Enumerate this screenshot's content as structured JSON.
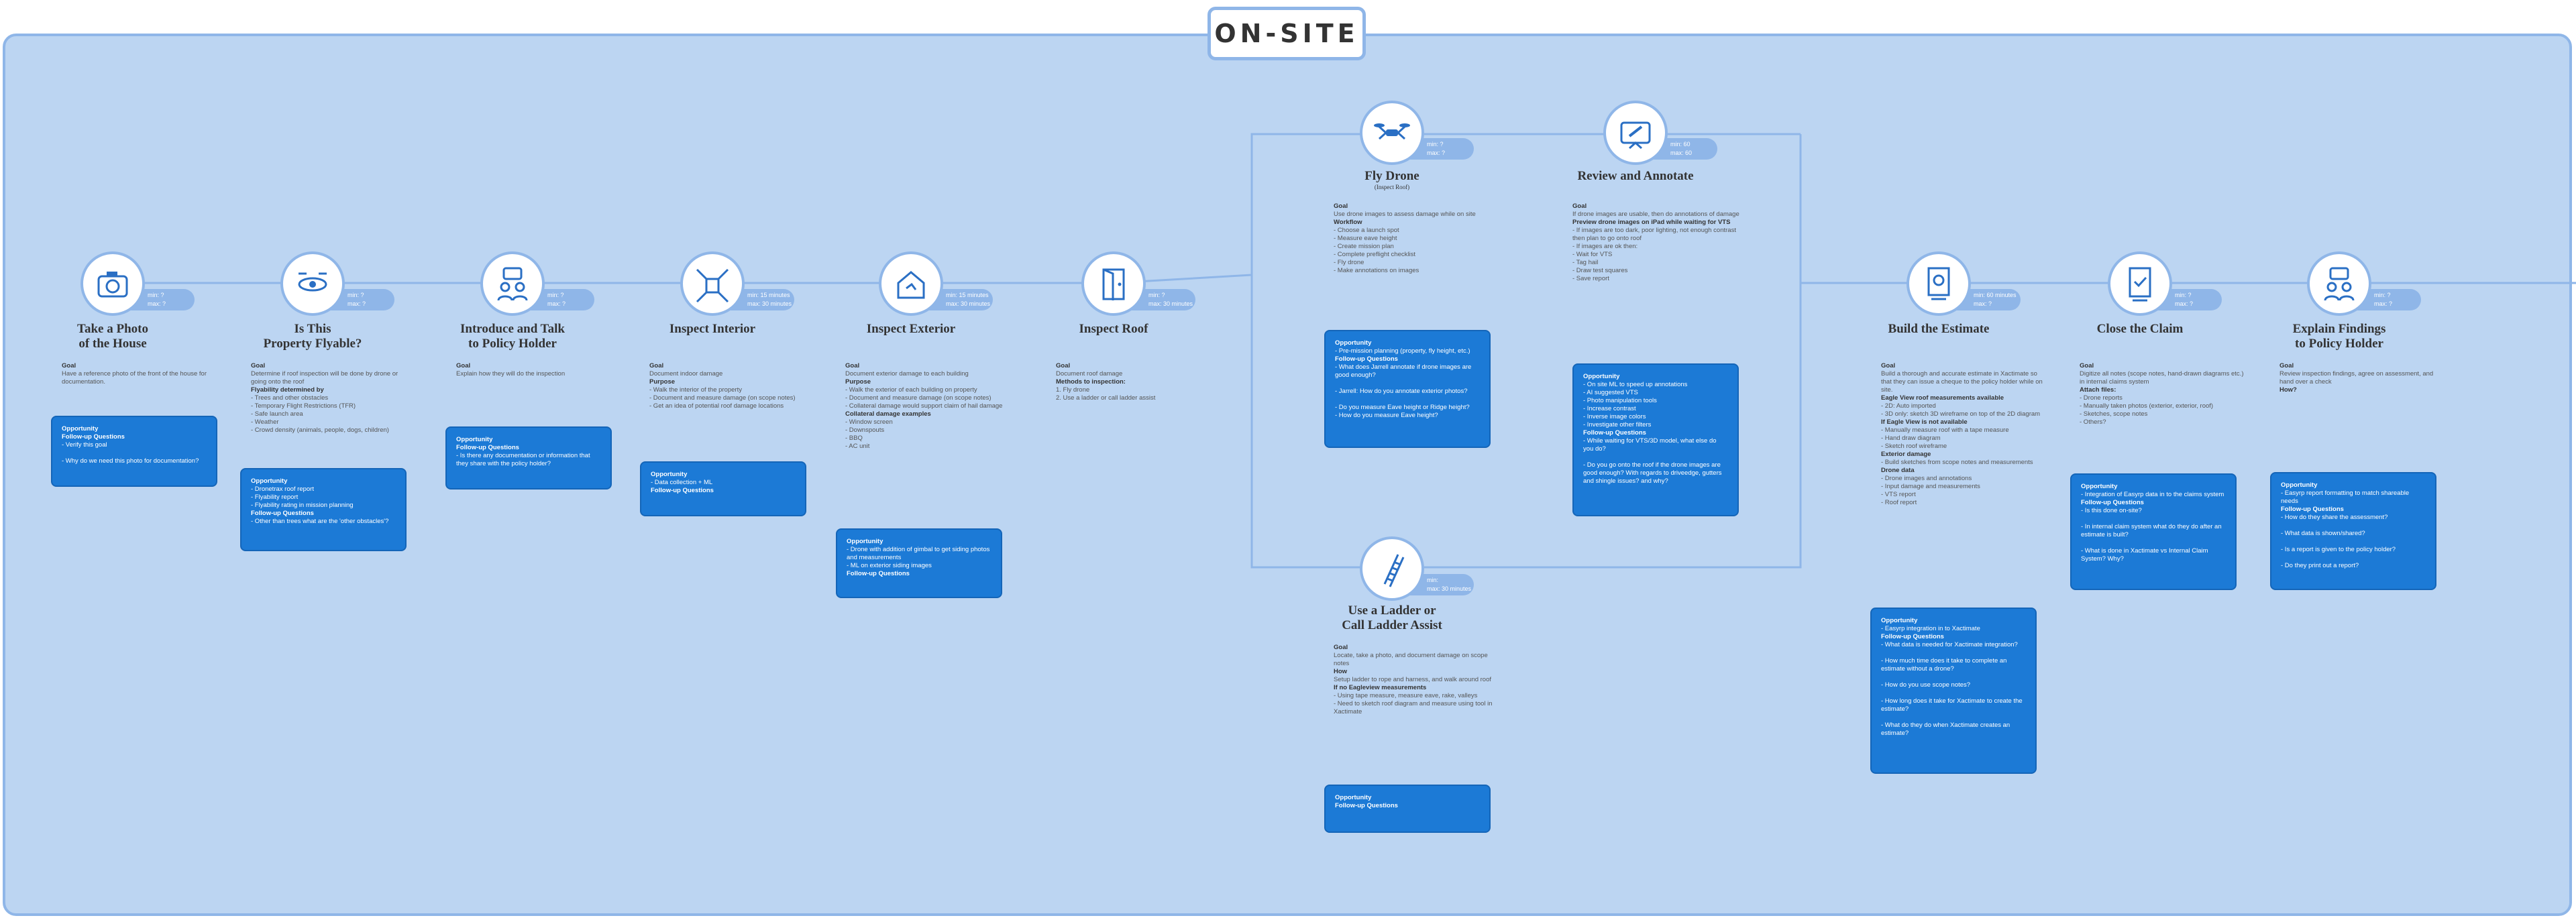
{
  "header": {
    "title": "ON-SITE"
  },
  "stages": [
    {
      "id": "take-photo",
      "title": "Take a Photo\nof the House",
      "icon": "camera-icon",
      "min": "min: ?",
      "max": "max: ?",
      "body": [
        {
          "h": "Goal"
        },
        {
          "t": "Have a reference photo of the front of the house for documentation."
        }
      ],
      "opp": [
        {
          "h": "Opportunity"
        },
        {
          "t": ""
        },
        {
          "h": "Follow-up Questions"
        },
        {
          "t": "- Verify this goal\n\n- Why do we need this photo for documentation?"
        }
      ]
    },
    {
      "id": "flyable",
      "title": "Is This\nProperty Flyable?",
      "icon": "drone-check-icon",
      "min": "min: ?",
      "max": "max: ?",
      "body": [
        {
          "h": "Goal"
        },
        {
          "t": "Determine if roof inspection will be done by drone or going onto the roof\n"
        },
        {
          "h": "Flyability determined by"
        },
        {
          "t": "- Trees and other obstacles\n- Temporary Flight Restrictions (TFR)\n- Safe launch area\n- Weather\n- Crowd density (animals, people, dogs, children)"
        }
      ],
      "opp": [
        {
          "h": "Opportunity"
        },
        {
          "t": "- Dronetrax roof report\n- Flyability report\n- Flyability rating in mission planning\n"
        },
        {
          "h": "Follow-up Questions"
        },
        {
          "t": "- Other than trees what are the 'other obstacles'?"
        }
      ]
    },
    {
      "id": "introduce",
      "title": "Introduce and Talk\nto Policy Holder",
      "icon": "people-talk-icon",
      "min": "min: ?",
      "max": "max: ?",
      "body": [
        {
          "h": "Goal"
        },
        {
          "t": "Explain how they will do the inspection"
        }
      ],
      "opp": [
        {
          "h": "Opportunity"
        },
        {
          "t": ""
        },
        {
          "h": "Follow-up Questions"
        },
        {
          "t": "- Is there any documentation or information that they share with the policy holder?"
        }
      ]
    },
    {
      "id": "interior",
      "title": "Inspect Interior",
      "icon": "room-icon",
      "min": "min: 15 minutes",
      "max": "max: 30 minutes",
      "body": [
        {
          "h": "Goal"
        },
        {
          "t": "Document indoor damage\n"
        },
        {
          "h": "Purpose"
        },
        {
          "t": "- Walk the interior of the property\n- Document and measure damage (on scope notes)\n- Get an idea of potential roof damage locations"
        }
      ],
      "opp": [
        {
          "h": "Opportunity"
        },
        {
          "t": "- Data collection + ML\n"
        },
        {
          "h": "Follow-up Questions"
        }
      ]
    },
    {
      "id": "exterior",
      "title": "Inspect Exterior",
      "icon": "house-damage-icon",
      "min": "min: 15 minutes",
      "max": "max: 30 minutes",
      "body": [
        {
          "h": "Goal"
        },
        {
          "t": "Document exterior damage to each building\n"
        },
        {
          "h": "Purpose"
        },
        {
          "t": "- Walk the exterior of each building on property\n- Document and measure damage (on scope notes)\n- Collateral damage would support claim of hail damage\n"
        },
        {
          "h": "Collateral damage examples"
        },
        {
          "t": "- Window screen\n- Downspouts\n- BBQ\n- AC unit"
        }
      ],
      "opp": [
        {
          "h": "Opportunity"
        },
        {
          "t": "- Drone with addition of gimbal to get siding photos and measurements\n- ML on exterior siding images\n"
        },
        {
          "h": "Follow-up Questions"
        }
      ]
    },
    {
      "id": "roof",
      "title": "Inspect Roof",
      "icon": "door-icon",
      "min": "min: ?",
      "max": "max: 30 minutes",
      "body": [
        {
          "h": "Goal"
        },
        {
          "t": "Document roof damage\n"
        },
        {
          "h": "Methods to inspection:"
        },
        {
          "t": "1. Fly drone\n2. Use a ladder or call ladder assist"
        }
      ]
    },
    {
      "id": "fly-drone",
      "title": "Fly Drone",
      "subtitle": "(Inspect Roof)",
      "icon": "drone-icon",
      "min": "min: ?",
      "max": "max: ?",
      "body": [
        {
          "h": "Goal"
        },
        {
          "t": "Use drone images to assess damage while on site\n"
        },
        {
          "h": "Workflow"
        },
        {
          "t": "- Choose a launch spot\n- Measure eave height\n- Create mission plan\n- Complete preflight checklist\n- Fly drone\n- Make annotations on images"
        }
      ],
      "opp": [
        {
          "h": "Opportunity"
        },
        {
          "t": "- Pre-mission planning (property, fly height, etc.)\n"
        },
        {
          "h": "Follow-up Questions"
        },
        {
          "t": "- What does Jarrell annotate if drone images are good enough?\n\n- Jarrell: How do you annotate exterior photos?\n\n- Do you measure Eave height or Ridge height?\n   - How do you measure Eave height?"
        }
      ]
    },
    {
      "id": "review",
      "title": "Review and Annotate",
      "icon": "annotate-icon",
      "min": "min: 60",
      "max": "max: 60",
      "body": [
        {
          "h": "Goal"
        },
        {
          "t": "If drone images are usable, then do annotations of damage\n"
        },
        {
          "h": "Preview drone images on iPad while waiting for VTS"
        },
        {
          "t": "- If images are too dark, poor lighting, not enough contrast then plan to go onto roof\n- If images are ok then:\n- Wait for VTS\n- Tag hail\n- Draw test squares\n- Save report"
        }
      ],
      "opp": [
        {
          "h": "Opportunity"
        },
        {
          "t": "- On site ML to speed up annotations\n- AI suggested VTS\n- Photo manipulation tools\n- Increase contrast\n- Inverse image colors\n- Investigate other filters\n"
        },
        {
          "h": "Follow-up Questions"
        },
        {
          "t": "- While waiting for VTS/3D model, what else do you do?\n\n- Do you go onto the roof if the drone images are good enough? With regards to driveedge, gutters and shingle issues? and why?"
        }
      ]
    },
    {
      "id": "ladder",
      "title": "Use a Ladder or\nCall Ladder Assist",
      "icon": "ladder-icon",
      "min": "min: ",
      "max": "max: 30 minutes",
      "body": [
        {
          "h": "Goal"
        },
        {
          "t": "Locate, take a photo, and document damage on scope notes\n"
        },
        {
          "h": "How"
        },
        {
          "t": "Setup ladder to rope and harness, and walk around roof\n"
        },
        {
          "h": "If no Eagleview measurements"
        },
        {
          "t": "- Using tape measure, measure eave, rake, valleys\n- Need to sketch roof diagram and measure using tool in Xactimate"
        }
      ],
      "opp": [
        {
          "h": "Opportunity"
        },
        {
          "t": ""
        },
        {
          "h": "Follow-up Questions"
        }
      ]
    },
    {
      "id": "estimate",
      "title": "Build the Estimate",
      "icon": "document-seal-icon",
      "min": "min: 60 minutes",
      "max": "max: ?",
      "body": [
        {
          "h": "Goal"
        },
        {
          "t": "Build a thorough and accurate estimate in Xactimate so that they can issue a cheque to the policy holder while on site.\n"
        },
        {
          "h": "Eagle View roof measurements available"
        },
        {
          "t": "- 2D: Auto imported\n- 3D only: sketch 3D wireframe on top of the 2D diagram\n"
        },
        {
          "h": "If Eagle View is not available"
        },
        {
          "t": "- Manually measure roof with a tape measure\n- Hand draw diagram\n- Sketch roof wireframe\n"
        },
        {
          "h": "Exterior damage"
        },
        {
          "t": "- Build sketches from scope notes and measurements\n"
        },
        {
          "h": "Drone data"
        },
        {
          "t": "- Drone images and annotations\n- Input damage and measurements\n- VTS report\n- Roof report"
        }
      ],
      "opp": [
        {
          "h": "Opportunity"
        },
        {
          "t": "- Easyrp integration in to Xactimate\n"
        },
        {
          "h": "Follow-up Questions"
        },
        {
          "t": "- What data is needed for Xactimate integration?\n\n- How much time does it take to complete an estimate without a drone?\n\n- How do you use scope notes?\n\n- How long does it take for Xactimate to create the estimate?\n\n- What do they do when Xactimate creates an estimate?"
        }
      ]
    },
    {
      "id": "close",
      "title": "Close the Claim",
      "icon": "document-check-icon",
      "min": "min: ?",
      "max": "max: ?",
      "body": [
        {
          "h": "Goal"
        },
        {
          "t": "Digitize all notes (scope notes, hand-drawn diagrams etc.) in internal claims system\n"
        },
        {
          "h": "Attach files:"
        },
        {
          "t": "- Drone reports\n- Manually taken photos (exterior, exterior, roof)\n- Sketches, scope notes\n- Others?"
        }
      ],
      "opp": [
        {
          "h": "Opportunity"
        },
        {
          "t": "- Integration of Easyrp data in to the claims system\n"
        },
        {
          "h": "Follow-up Questions"
        },
        {
          "t": "- Is this done on-site?\n\n- In internal claim system what do they do after an estimate is built?\n\n- What is done in Xactimate vs Internal Claim System? Why?"
        }
      ]
    },
    {
      "id": "explain",
      "title": "Explain Findings\nto Policy Holder",
      "icon": "people-talk-icon",
      "min": "min: ?",
      "max": "max: ?",
      "body": [
        {
          "h": "Goal"
        },
        {
          "t": "Review inspection findings, agree on assessment, and hand over a check\n"
        },
        {
          "h": "How?"
        }
      ],
      "opp": [
        {
          "h": "Opportunity"
        },
        {
          "t": "- Easyrp report formatting to match shareable needs\n"
        },
        {
          "h": "Follow-up Questions"
        },
        {
          "t": "- How do they share the assessment?\n\n- What data is shown/shared?\n\n- Is a report is given to the policy holder?\n\n- Do they print out a report?"
        }
      ]
    }
  ]
}
